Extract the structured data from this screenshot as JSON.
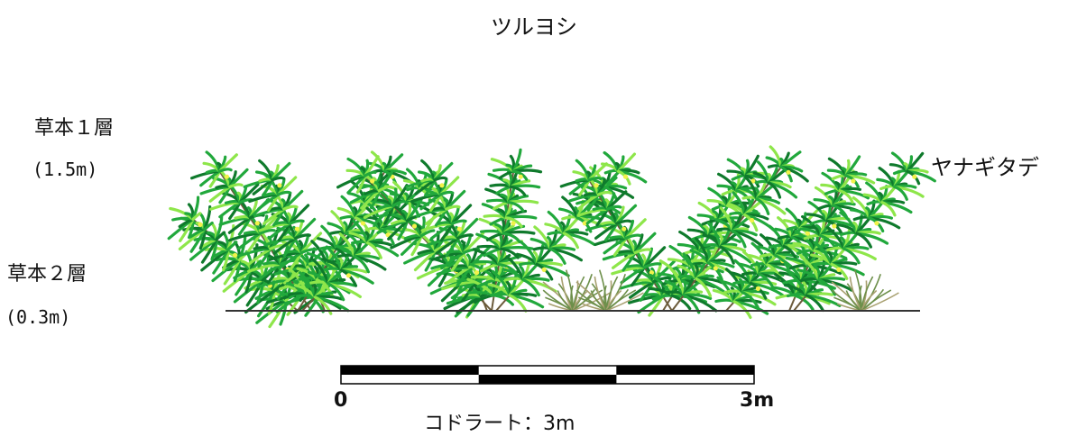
{
  "title": "ツルヨシ",
  "layers": [
    {
      "label": "草本１層",
      "height": "(1.5m)"
    },
    {
      "label": "草本２層",
      "height": "(0.3m)"
    }
  ],
  "species_label": "ヤナギタデ",
  "scale": {
    "ticks": [
      "0",
      "3m"
    ],
    "caption": "コドラート：3m"
  },
  "colors": {
    "reed_dark": "#0f7a2c",
    "reed_mid": "#21a83c",
    "reed_light": "#8ee64a",
    "flower_yellow": "#f2f24a",
    "stem": "#6b5a3a",
    "grass_small": "#6d8f4a",
    "ground": "#333333"
  }
}
